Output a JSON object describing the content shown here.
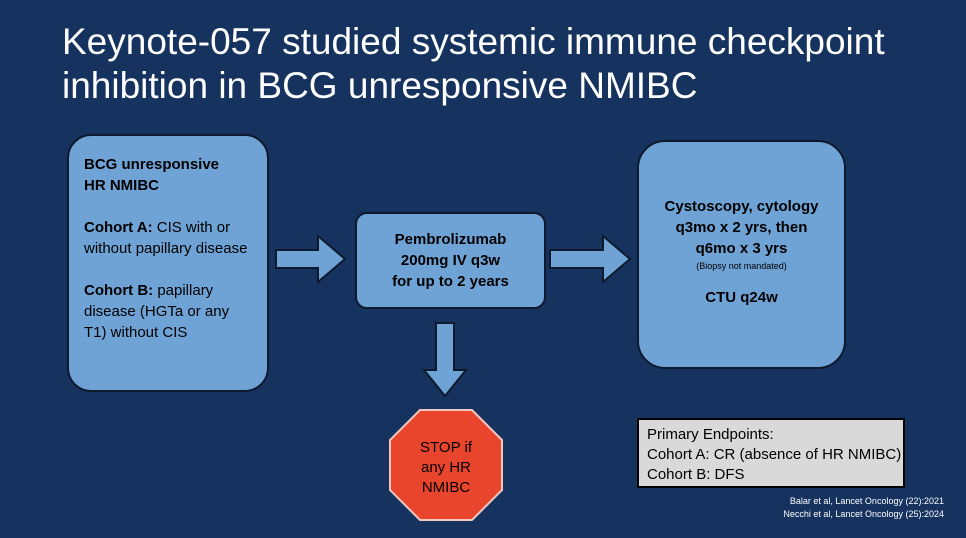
{
  "title": {
    "line1": "Keynote-057 studied systemic immune checkpoint",
    "line2": "inhibition in BCG unresponsive NMIBC"
  },
  "left_box": {
    "heading_line1": "BCG unresponsive",
    "heading_line2": "HR NMIBC",
    "cohort_a_label": "Cohort A:",
    "cohort_a_text": " CIS with or without papillary disease",
    "cohort_b_label": "Cohort B:",
    "cohort_b_text": " papillary disease (HGTa or any T1) without CIS"
  },
  "center_box": {
    "line1": "Pembrolizumab",
    "line2": "200mg IV q3w",
    "line3": "for up to 2 years"
  },
  "right_box": {
    "line1": "Cystoscopy, cytology",
    "line2": "q3mo x 2 yrs, then",
    "line3": "q6mo x 3 yrs",
    "note": "(Biopsy not mandated)",
    "ctu": "CTU q24w"
  },
  "stop_sign": {
    "line1": "STOP if",
    "line2": "any HR",
    "line3": "NMIBC",
    "color": "#e8452c"
  },
  "endpoints": {
    "heading": "Primary Endpoints:",
    "cohort_a": "Cohort A: CR (absence of HR NMIBC)",
    "cohort_b": "Cohort B: DFS"
  },
  "references": {
    "ref1": "Balar et al, Lancet Oncology (22):2021",
    "ref2": "Necchi et al, Lancet Oncology (25):2024"
  },
  "colors": {
    "background": "#16325f",
    "box_fill": "#6fa3d6",
    "endpoints_fill": "#d9d9d9"
  }
}
